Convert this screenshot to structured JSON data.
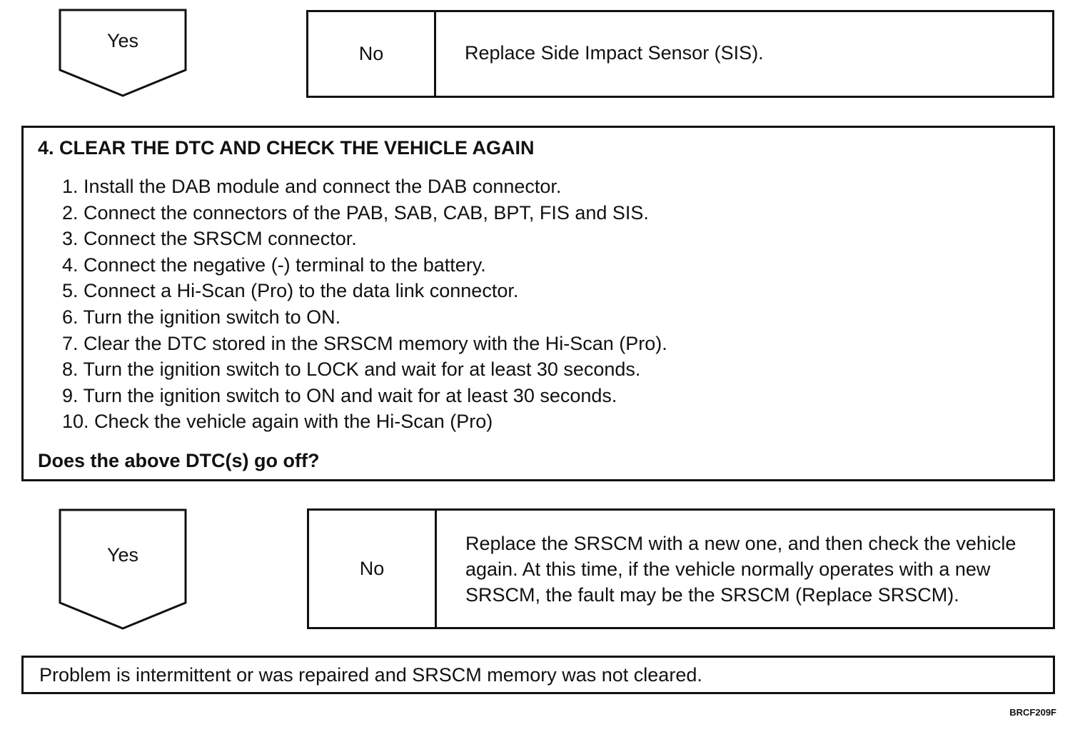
{
  "flow_1": {
    "yes_label": "Yes",
    "no_label": "No",
    "no_action": "Replace Side Impact Sensor (SIS)."
  },
  "step_4": {
    "title": "4. CLEAR THE DTC AND CHECK THE VEHICLE AGAIN",
    "items": [
      "1. Install the DAB module and connect the DAB connector.",
      "2. Connect the connectors of the PAB, SAB, CAB, BPT, FIS and SIS.",
      "3. Connect the SRSCM connector.",
      "4. Connect the negative (-) terminal to the battery.",
      "5. Connect a Hi-Scan (Pro) to the data link connector.",
      "6. Turn the ignition switch to ON.",
      "7. Clear the DTC stored in the SRSCM memory with the Hi-Scan (Pro).",
      "8. Turn the ignition switch to LOCK and wait for at least 30 seconds.",
      "9. Turn the ignition switch to ON and wait for at least 30 seconds.",
      "10. Check the vehicle again with the Hi-Scan (Pro)"
    ],
    "question": "Does the above DTC(s) go off?"
  },
  "flow_2": {
    "yes_label": "Yes",
    "no_label": "No",
    "no_action": "Replace the SRSCM with a new one, and then check the vehicle again. At this time, if the vehicle normally operates with a new SRSCM, the fault may be the SRSCM (Replace SRSCM)."
  },
  "result": "Problem is intermittent or was repaired and SRSCM memory was not cleared.",
  "figure_code": "BRCF209F"
}
